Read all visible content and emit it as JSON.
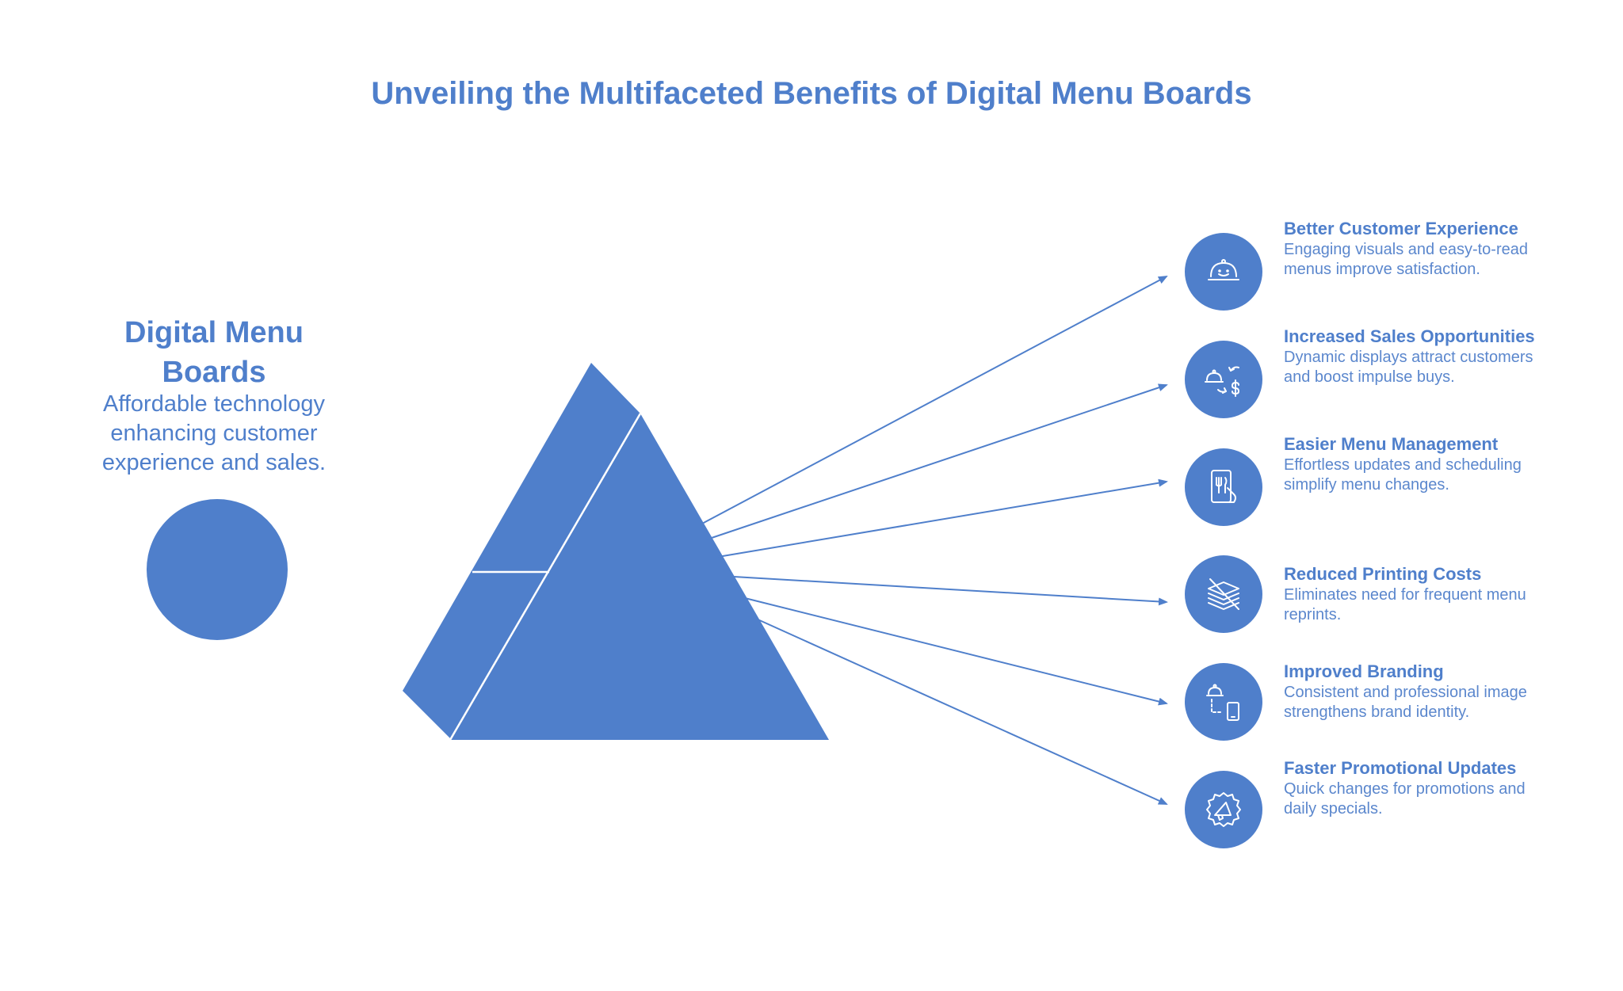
{
  "title": "Unveiling the Multifaceted Benefits of Digital Menu Boards",
  "source": {
    "title": "Digital Menu Boards",
    "description": "Affordable technology enhancing customer experience and sales."
  },
  "colors": {
    "accent": "#4f7fcb",
    "background": "#ffffff",
    "shape_line": "#ffffff"
  },
  "benefits": [
    {
      "title": "Better Customer Experience",
      "description": "Engaging visuals and easy-to-read menus improve satisfaction.",
      "icon": "smiling-cloche-icon"
    },
    {
      "title": "Increased Sales Opportunities",
      "description": "Dynamic displays attract customers and boost impulse buys.",
      "icon": "cloche-dollar-exchange-icon"
    },
    {
      "title": "Easier Menu Management",
      "description": "Effortless updates and scheduling simplify menu changes.",
      "icon": "tablet-menu-icon"
    },
    {
      "title": "Reduced Printing Costs",
      "description": "Eliminates need for frequent menu reprints.",
      "icon": "no-paper-stack-icon"
    },
    {
      "title": "Improved Branding",
      "description": "Consistent and professional image strengthens brand identity.",
      "icon": "cloche-to-phone-icon"
    },
    {
      "title": "Faster Promotional Updates",
      "description": "Quick changes for promotions and daily specials.",
      "icon": "megaphone-badge-icon"
    }
  ]
}
